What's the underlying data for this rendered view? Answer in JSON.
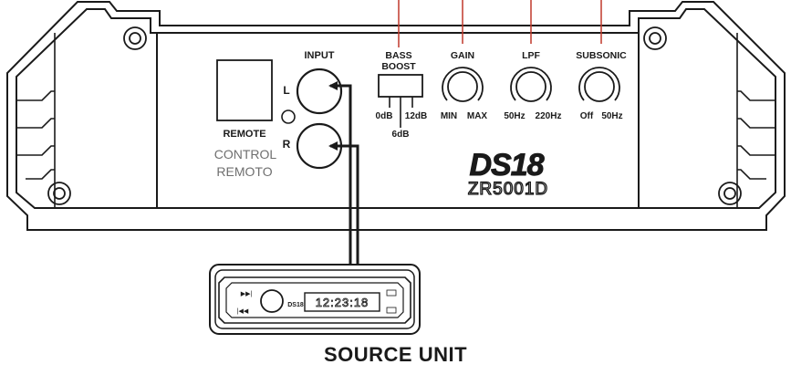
{
  "amplifier": {
    "brand": "DS18",
    "model": "ZR5001D",
    "controls": {
      "bass_boost_line1": "BASS",
      "bass_boost_line2": "BOOST",
      "bass_boost_opt1": "0dB",
      "bass_boost_opt2": "12dB",
      "bass_boost_opt3": "6dB",
      "gain": "GAIN",
      "gain_min": "MIN",
      "gain_max": "MAX",
      "lpf": "LPF",
      "lpf_min": "50Hz",
      "lpf_max": "220Hz",
      "subsonic": "SUBSONIC",
      "subsonic_min": "Off",
      "subsonic_max": "50Hz"
    },
    "input": "INPUT",
    "input_left": "L",
    "input_right": "R",
    "remote": "REMOTE",
    "remote_es_line1": "CONTROL",
    "remote_es_line2": "REMOTO"
  },
  "source_unit": {
    "display_time": "12:23:18",
    "caption": "SOURCE UNIT"
  },
  "colors": {
    "outline": "#1a1a1a",
    "pointer_lines": "#c0392b",
    "spanish_text": "#6f6f6f"
  }
}
